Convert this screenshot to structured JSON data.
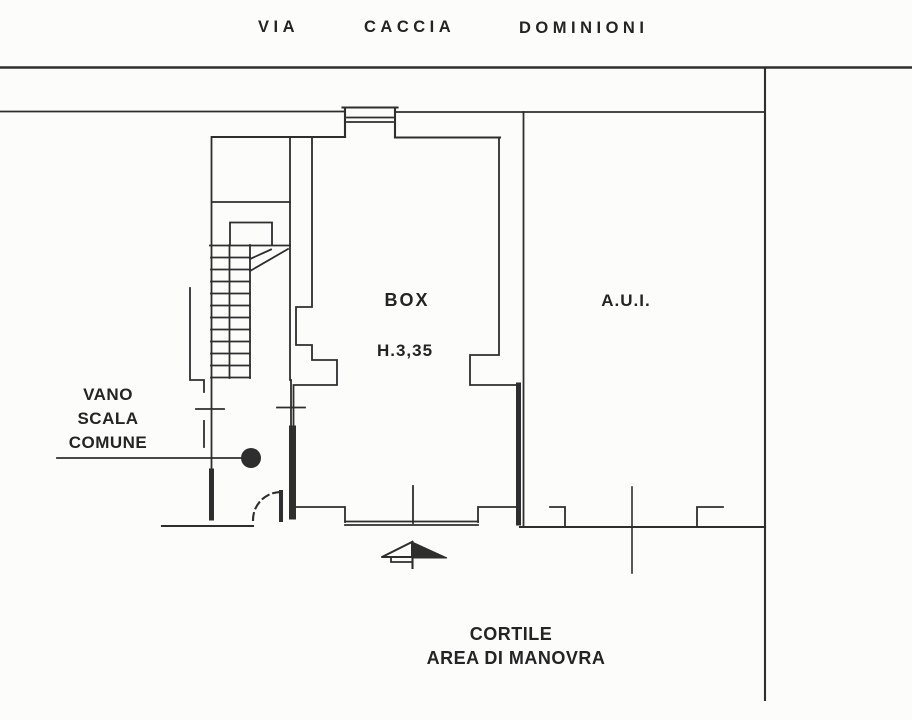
{
  "street": {
    "name_words": [
      "VIA",
      "CACCIA",
      "DOMINIONI"
    ]
  },
  "rooms": {
    "box_label": "BOX",
    "box_height": "H.3,35",
    "aui_label": "A.U.I.",
    "stairwell_label_lines": [
      "VANO",
      "SCALA",
      "COMUNE"
    ],
    "courtyard_label_lines": [
      "CORTILE",
      "AREA DI MANOVRA"
    ]
  },
  "icons": {
    "entrance_arrow": "entrance-direction-arrow",
    "column_dot": "stairwell-column-marker"
  },
  "colors": {
    "ink": "#2e2e2e",
    "paper": "#fcfcfb"
  }
}
